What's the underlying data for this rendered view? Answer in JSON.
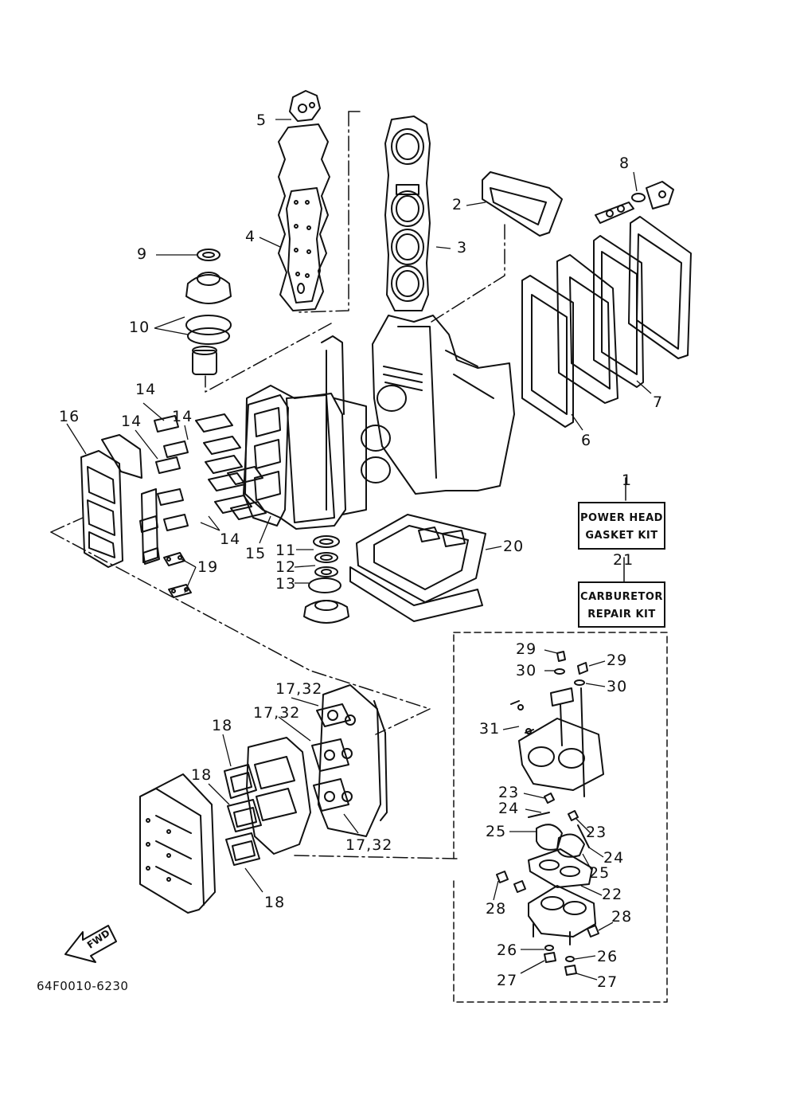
{
  "diagram_code": "64F0010-6230",
  "fwd_label": "FWD",
  "kits": {
    "power_head": {
      "number": "1",
      "line1": "POWER HEAD",
      "line2": "GASKET KIT"
    },
    "carburetor": {
      "number": "21",
      "line1": "CARBURETOR",
      "line2": "REPAIR KIT"
    }
  },
  "labels": {
    "p2": "2",
    "p3": "3",
    "p4": "4",
    "p5": "5",
    "p6": "6",
    "p7": "7",
    "p8": "8",
    "p9": "9",
    "p10": "10",
    "p11": "11",
    "p12": "12",
    "p13": "13",
    "p14a": "14",
    "p14b": "14",
    "p14c": "14",
    "p14d": "14",
    "p15": "15",
    "p16": "16",
    "p19": "19",
    "p20": "20",
    "p17a": "17,32",
    "p17b": "17,32",
    "p17c": "17,32",
    "p18a": "18",
    "p18b": "18",
    "p18c": "18",
    "p29a": "29",
    "p29b": "29",
    "p30a": "30",
    "p30b": "30",
    "p31": "31",
    "p23a": "23",
    "p23b": "23",
    "p24a": "24",
    "p24b": "24",
    "p25a": "25",
    "p25b": "25",
    "p22": "22",
    "p28a": "28",
    "p28b": "28",
    "p26a": "26",
    "p26b": "26",
    "p27a": "27",
    "p27b": "27"
  },
  "colors": {
    "ink": "#111111",
    "paper": "#ffffff"
  }
}
